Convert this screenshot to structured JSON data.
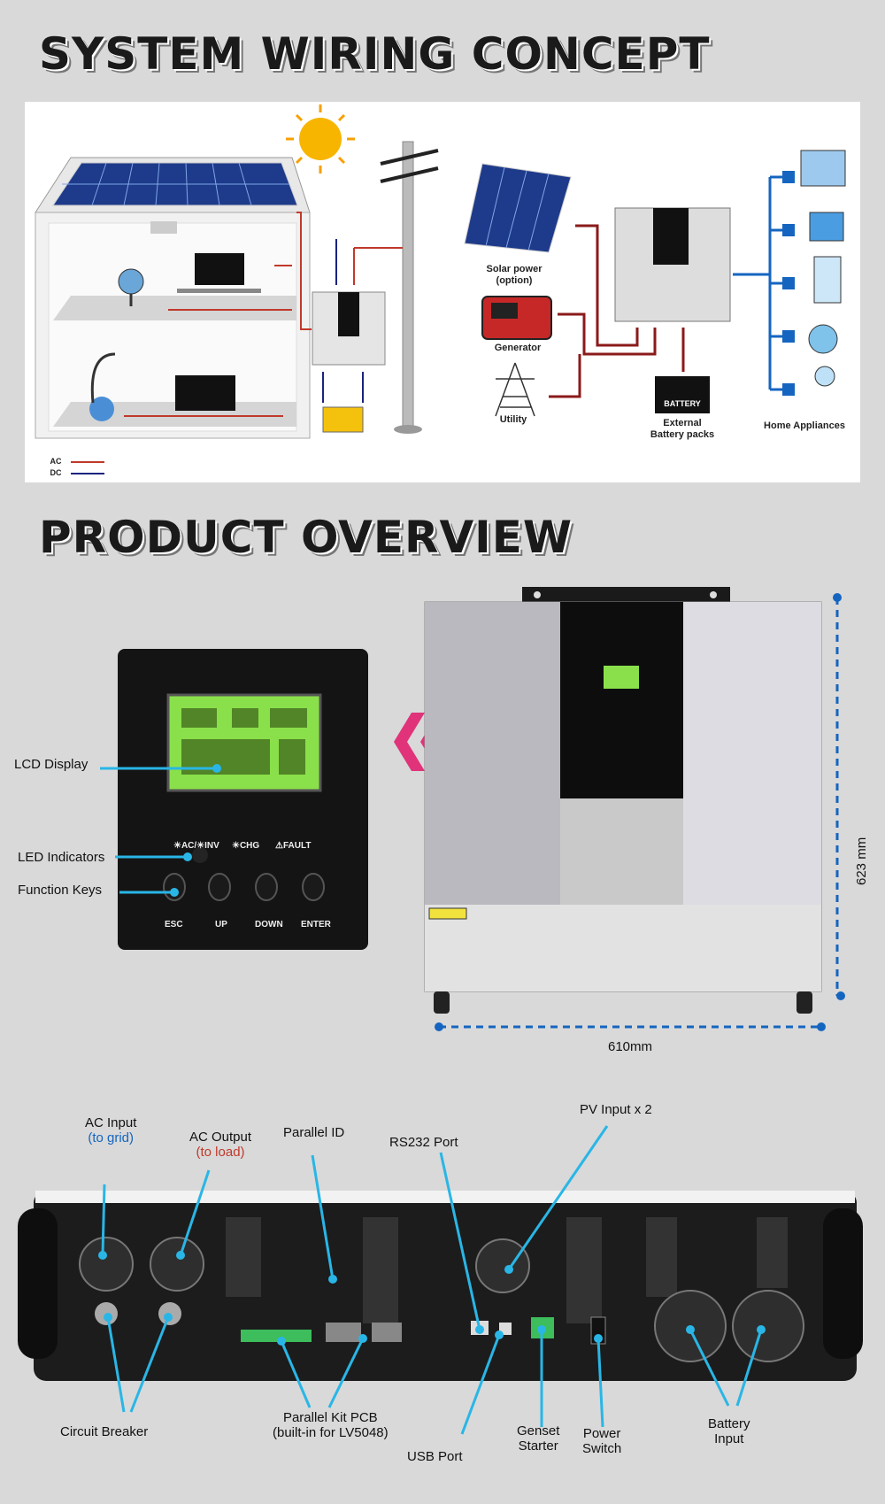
{
  "headings": {
    "wiring": "SYSTEM WIRING CONCEPT",
    "overview": "PRODUCT OVERVIEW"
  },
  "wiring": {
    "solar_power": "Solar power",
    "solar_option": "(option)",
    "generator": "Generator",
    "utility": "Utility",
    "battery_label": "BATTERY",
    "external": "External",
    "battery_packs": "Battery packs",
    "home_appliances": "Home Appliances",
    "legend_ac": "AC",
    "legend_dc": "DC"
  },
  "panel": {
    "lcd_display": "LCD Display",
    "led_indicators": "LED Indicators",
    "function_keys": "Function Keys",
    "leds": [
      "☀AC/☀INV",
      "☀CHG",
      "⚠FAULT"
    ],
    "keys": [
      "ESC",
      "UP",
      "DOWN",
      "ENTER"
    ]
  },
  "dimensions": {
    "height": "623 mm",
    "width": "610mm"
  },
  "rear": {
    "ac_input": "AC Input",
    "to_grid": "(to grid)",
    "ac_output": "AC Output",
    "to_load": "(to load)",
    "parallel_id": "Parallel ID",
    "rs232": "RS232 Port",
    "pv_input": "PV Input x 2",
    "circuit_breaker": "Circuit Breaker",
    "parallel_kit": "Parallel Kit PCB",
    "parallel_kit_note": "(built-in for LV5048)",
    "usb_port": "USB Port",
    "genset1": "Genset",
    "genset2": "Starter",
    "power1": "Power",
    "power2": "Switch",
    "battery1": "Battery",
    "battery2": "Input"
  },
  "colors": {
    "ac_blue": "#1565c0",
    "dc_red": "#c0392b",
    "pointer_cyan": "#29b6e6",
    "arrow_pink": "#e0337a"
  }
}
